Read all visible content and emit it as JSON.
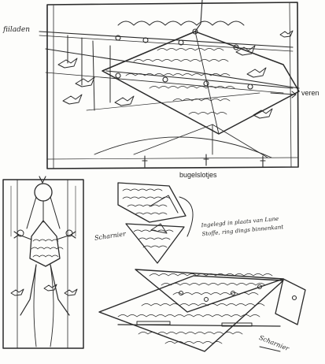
{
  "labels": {
    "frame_top_left": "fiiladen",
    "feathers": "veren",
    "clip_rings": "bugelslotjes",
    "hinge_left": "Scharnier",
    "folded_note": "Ingelegd in plaats van Lune Stoffe, ring dings binnenkant",
    "hinge_right": "Scharnier"
  }
}
